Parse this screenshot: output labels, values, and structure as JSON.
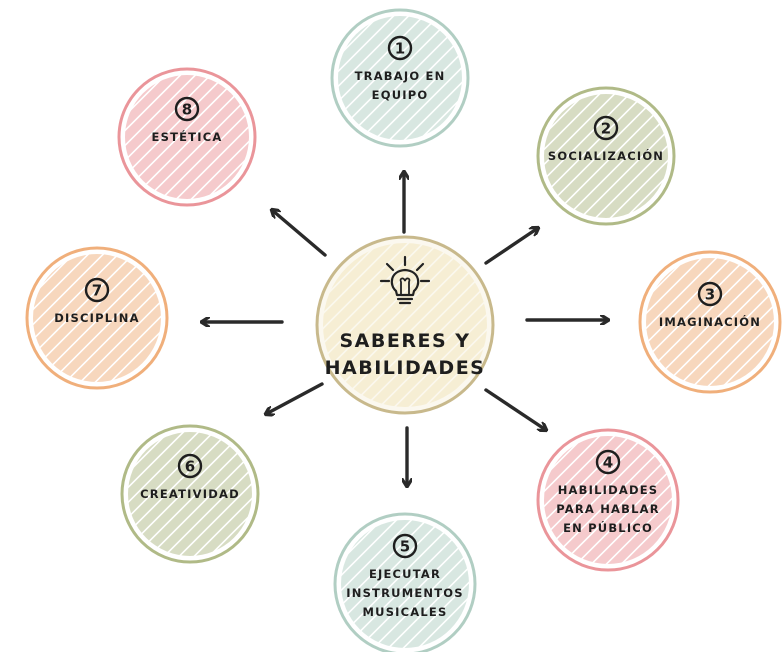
{
  "center": {
    "line1": "SABERES Y",
    "line2": "HABILIDADES",
    "icon": "lightbulb-icon",
    "color": "#c8b98c"
  },
  "nodes": [
    {
      "number": "1",
      "lines": [
        "TRABAJO EN",
        "EQUIPO"
      ],
      "color": "#a9c9bd"
    },
    {
      "number": "2",
      "lines": [
        "SOCIALIZACIÓN"
      ],
      "color": "#a7b27a"
    },
    {
      "number": "3",
      "lines": [
        "IMAGINACIÓN"
      ],
      "color": "#eea66d"
    },
    {
      "number": "4",
      "lines": [
        "HABILIDADES",
        "PARA HABLAR",
        "EN PÚBLICO"
      ],
      "color": "#e88a8f"
    },
    {
      "number": "5",
      "lines": [
        "EJECUTAR",
        "INSTRUMENTOS",
        "MUSICALES"
      ],
      "color": "#a9c9bd"
    },
    {
      "number": "6",
      "lines": [
        "CREATIVIDAD"
      ],
      "color": "#a7b27a"
    },
    {
      "number": "7",
      "lines": [
        "DISCIPLINA"
      ],
      "color": "#eea66d"
    },
    {
      "number": "8",
      "lines": [
        "ESTÉTICA"
      ],
      "color": "#e88a8f"
    }
  ]
}
